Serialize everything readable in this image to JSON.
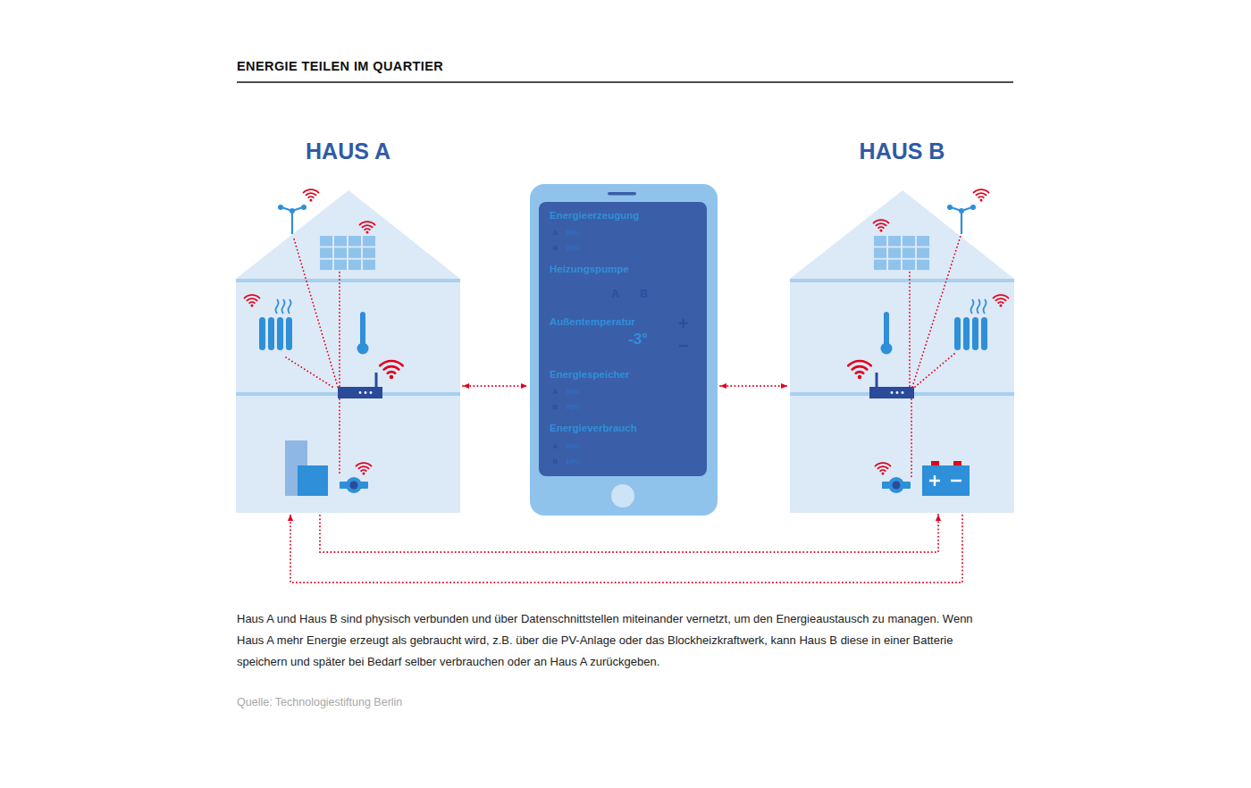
{
  "diagram": {
    "title": "ENERGIE TEILEN IM QUARTIER",
    "caption": "Haus A und Haus B sind physisch verbunden und über Datenschnittstellen miteinander vernetzt, um den Energieaustausch zu managen. Wenn Haus A mehr Energie erzeugt als gebraucht wird, z.B. über die PV-Anlage oder das Blockheizkraftwerk, kann Haus B diese in einer Batterie speichern und später bei Bedarf selber verbrauchen oder an Haus A zurückgeben.",
    "nodes": [
      {
        "text": [
          "HAUS A"
        ]
      },
      {
        "text": []
      },
      {
        "text": [
          "Energieerzeugung",
          "80%",
          "20%"
        ],
        "in": 1
      },
      {
        "text": [
          "A"
        ],
        "in": 2
      },
      {
        "text": [
          "B"
        ],
        "in": 2
      },
      {
        "text": [
          "Heizungspumpe"
        ],
        "in": 1
      },
      {
        "text": [
          "A"
        ],
        "in": 5
      },
      {
        "text": [
          "B"
        ],
        "in": 5
      },
      {
        "text": [
          "Außentemperatur",
          "-3°",
          "+",
          "−"
        ],
        "in": 1
      },
      {
        "text": [
          "Energiespeicher",
          "30%",
          "70%"
        ],
        "in": 1
      },
      {
        "text": [
          "A"
        ],
        "in": 9
      },
      {
        "text": [
          "B"
        ],
        "in": 9
      },
      {
        "text": [
          "Energieverbrauch",
          "90%",
          "10%"
        ],
        "in": 1
      },
      {
        "text": [
          "A"
        ],
        "in": 12
      },
      {
        "text": [
          "B"
        ],
        "in": 12
      },
      {
        "text": [
          "HAUS B"
        ]
      }
    ],
    "edges": [
      {
        "from": 0,
        "to": 1,
        "arrow": "both"
      },
      {
        "from": 1,
        "to": 15,
        "arrow": "both"
      },
      {
        "from": 0,
        "to": 15,
        "arrow": "to"
      },
      {
        "from": 15,
        "to": 0,
        "arrow": "to"
      }
    ],
    "labels": [
      "Quelle: Technologiestiftung Berlin"
    ]
  }
}
